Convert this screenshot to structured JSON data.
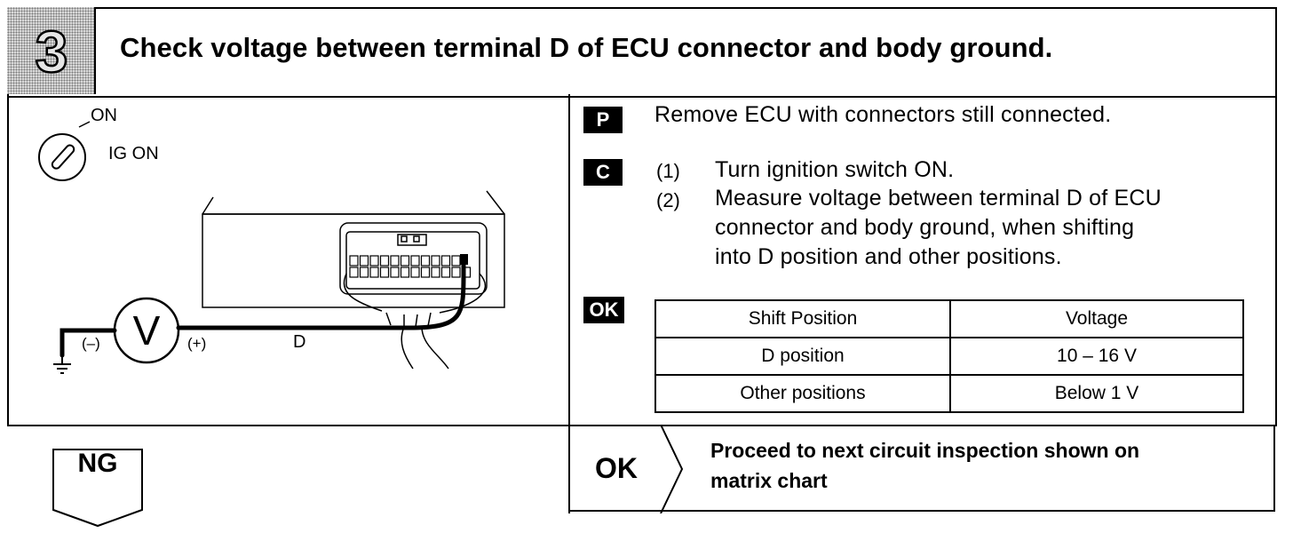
{
  "step": {
    "number": "3",
    "title": "Check voltage between terminal D of ECU connector and body ground."
  },
  "diagram": {
    "switch_on_label": "ON",
    "switch_ig_label": "IG ON",
    "meter_symbol": "V",
    "negative_label": "(–)",
    "positive_label": "(+)",
    "terminal_label": "D"
  },
  "procedure": {
    "prep_badge": "P",
    "prep_text": "Remove ECU with connectors still connected.",
    "check_badge": "C",
    "steps": [
      {
        "num": "(1)",
        "lines": [
          "Turn ignition switch ON."
        ]
      },
      {
        "num": "(2)",
        "lines": [
          "Measure voltage between terminal D of ECU",
          "connector and body ground, when shifting",
          "into D position and other positions."
        ]
      }
    ]
  },
  "ok_spec": {
    "badge": "OK",
    "headers": [
      "Shift Position",
      "Voltage"
    ],
    "rows": [
      [
        "D position",
        "10 – 16 V"
      ],
      [
        "Other positions",
        "Below 1 V"
      ]
    ]
  },
  "results": {
    "ng_label": "NG",
    "ok_label": "OK",
    "ok_text_lines": [
      "Proceed to next circuit inspection shown on",
      "matrix chart"
    ]
  }
}
